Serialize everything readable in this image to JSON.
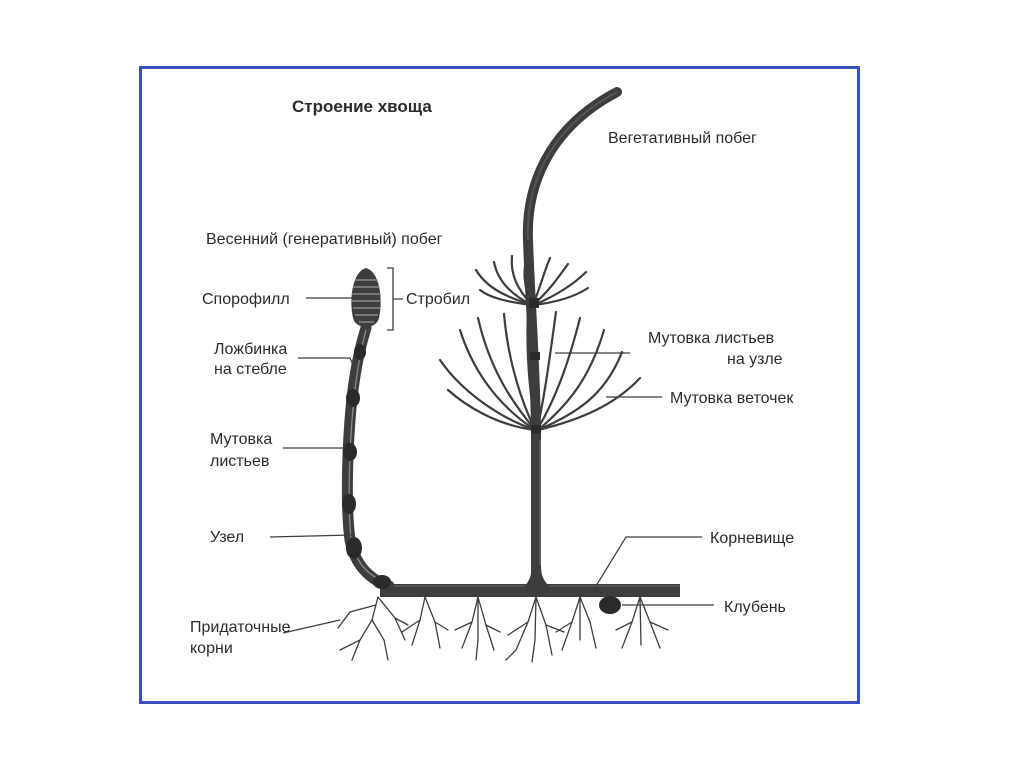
{
  "title": "Строение хвоща",
  "labels": {
    "vegetative_shoot": "Вегетативный побег",
    "spring_shoot": "Весенний (генеративный) побег",
    "sporophyll": "Спорофилл",
    "strobilus": "Стробил",
    "groove_line1": "Ложбинка",
    "groove_line2": "на стебле",
    "leaf_whorl_node_line1": "Мутовка листьев",
    "leaf_whorl_node_line2": "на узле",
    "branch_whorl": "Мутовка веточек",
    "leaf_whorl_line1": "Мутовка",
    "leaf_whorl_line2": "листьев",
    "node": "Узел",
    "rhizome": "Корневище",
    "tuber": "Клубень",
    "roots_line1": "Придаточные",
    "roots_line2": "корни"
  },
  "colors": {
    "frame": "#3a4fc0",
    "plant": "#3d3d3d",
    "text": "#2b2b2b"
  }
}
